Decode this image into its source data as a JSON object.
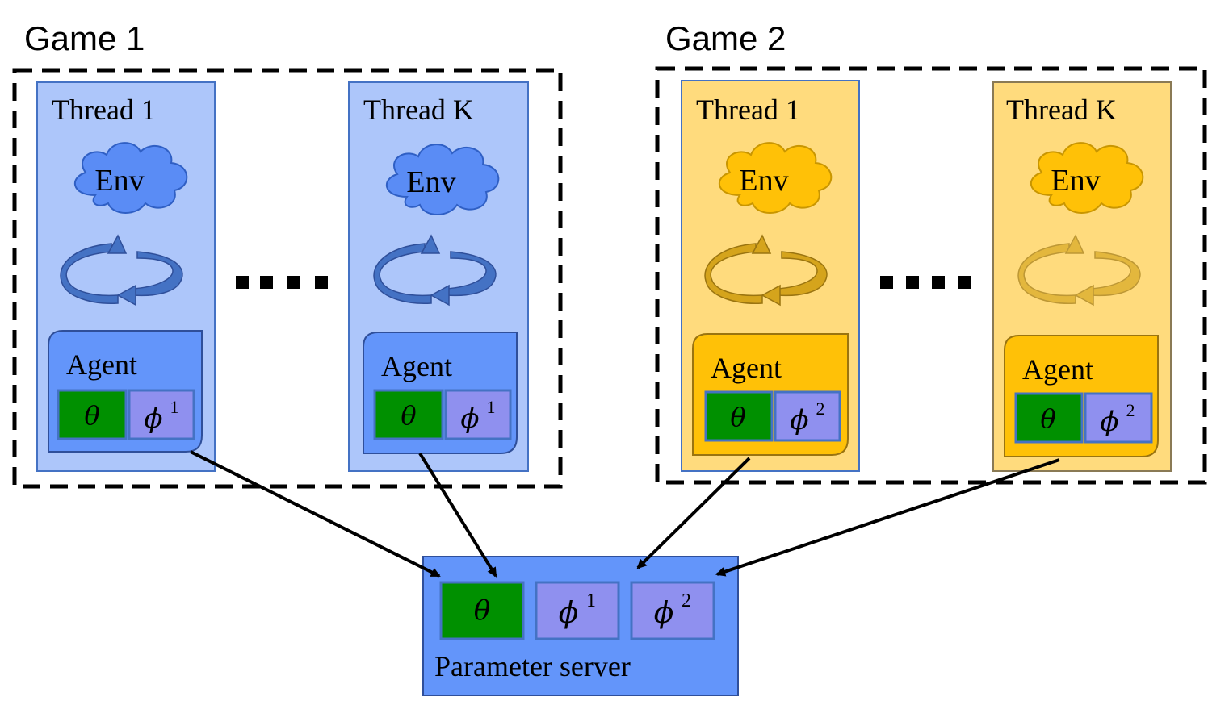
{
  "colors": {
    "blue_panel": "#adc6fa",
    "blue_panel_border": "#4472c4",
    "blue_fill": "#6395fa",
    "blue_cloud": "#5a8cf5",
    "blue_arrow": "#4472c4",
    "yellow_panel": "#ffdb7d",
    "yellow_fill": "#ffc107",
    "yellow_arrow": "#d5a41c",
    "theta_green": "#009000",
    "phi_purple": "#8f90ef",
    "dash": "#000000"
  },
  "games": [
    {
      "label": "Game 1",
      "threads": [
        {
          "title": "Thread 1",
          "env": "Env",
          "agent": "Agent",
          "theta": "θ",
          "phi": "ϕ",
          "phi_sup": "1"
        },
        {
          "title": "Thread K",
          "env": "Env",
          "agent": "Agent",
          "theta": "θ",
          "phi": "ϕ",
          "phi_sup": "1"
        }
      ]
    },
    {
      "label": "Game 2",
      "threads": [
        {
          "title": "Thread 1",
          "env": "Env",
          "agent": "Agent",
          "theta": "θ",
          "phi": "ϕ",
          "phi_sup": "2"
        },
        {
          "title": "Thread K",
          "env": "Env",
          "agent": "Agent",
          "theta": "θ",
          "phi": "ϕ",
          "phi_sup": "2"
        }
      ]
    }
  ],
  "server": {
    "label": "Parameter server",
    "theta": "θ",
    "phi1": "ϕ",
    "phi1_sup": "1",
    "phi2": "ϕ",
    "phi2_sup": "2"
  }
}
